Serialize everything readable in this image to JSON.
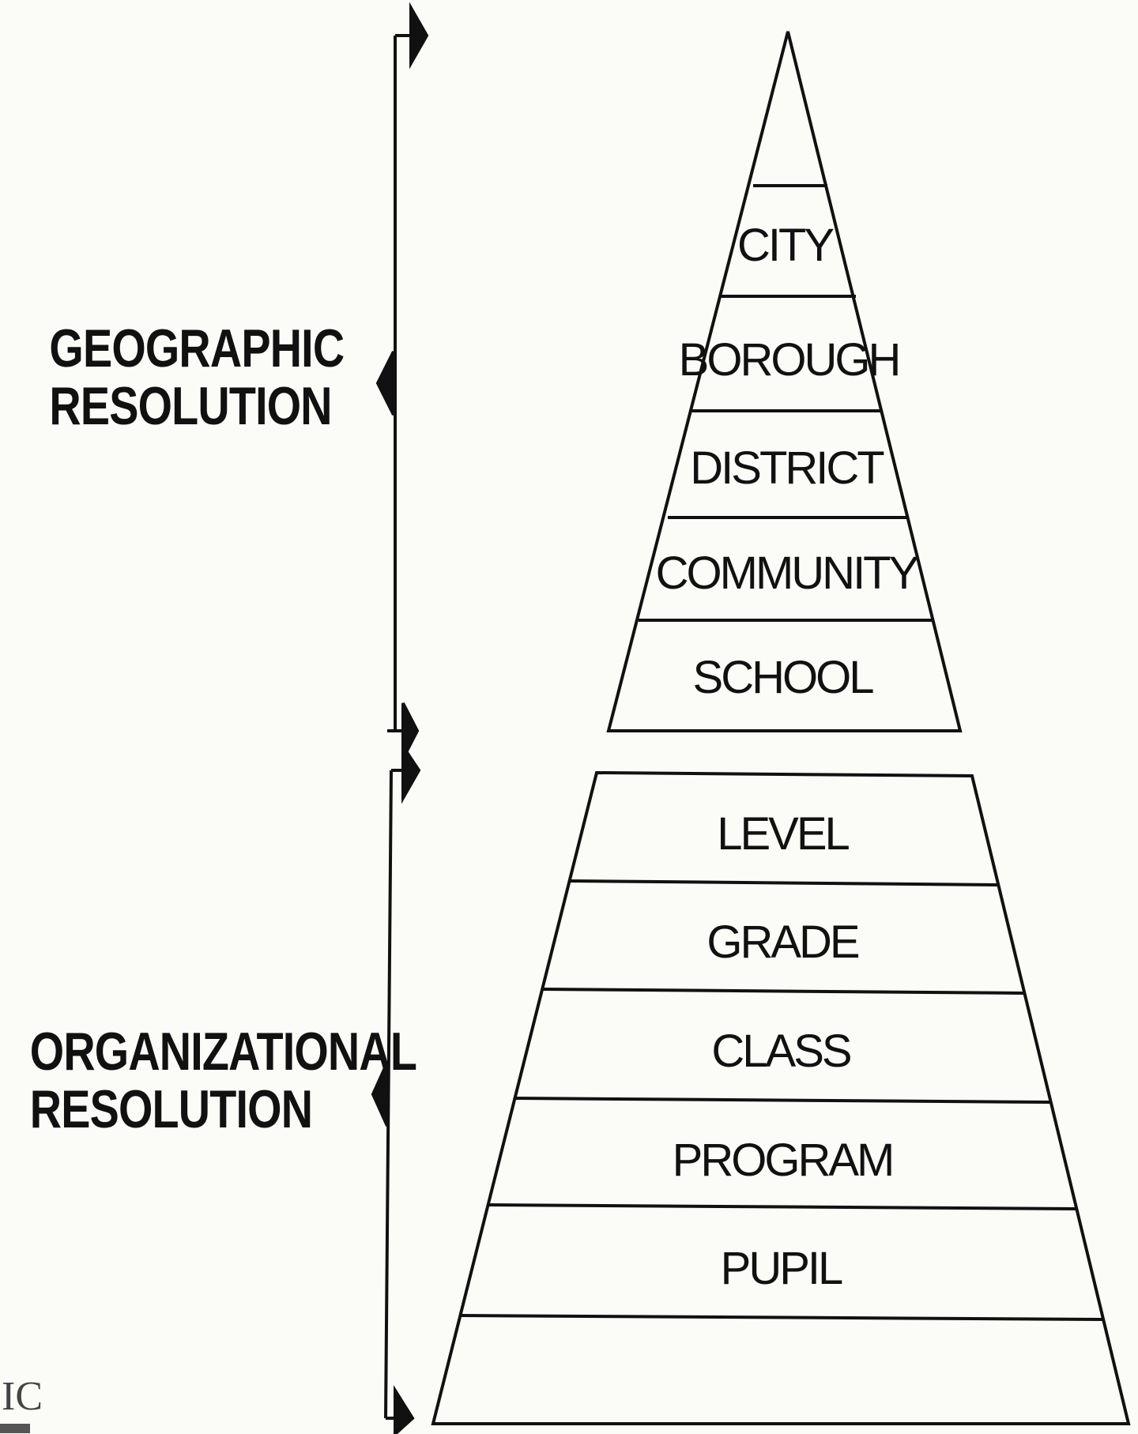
{
  "labels": {
    "geographic": [
      "GEOGRAPHIC",
      "RESOLUTION"
    ],
    "organizational": [
      "ORGANIZATIONAL",
      "RESOLUTION"
    ]
  },
  "geographic_tiers": [
    "",
    "CITY",
    "BOROUGH",
    "DISTRICT",
    "COMMUNITY",
    "SCHOOL"
  ],
  "organizational_tiers": [
    "LEVEL",
    "GRADE",
    "CLASS",
    "PROGRAM",
    "PUPIL",
    ""
  ],
  "logo": {
    "text": "IC"
  },
  "colors": {
    "ink": "#111111",
    "paper": "#fbfbf8"
  }
}
